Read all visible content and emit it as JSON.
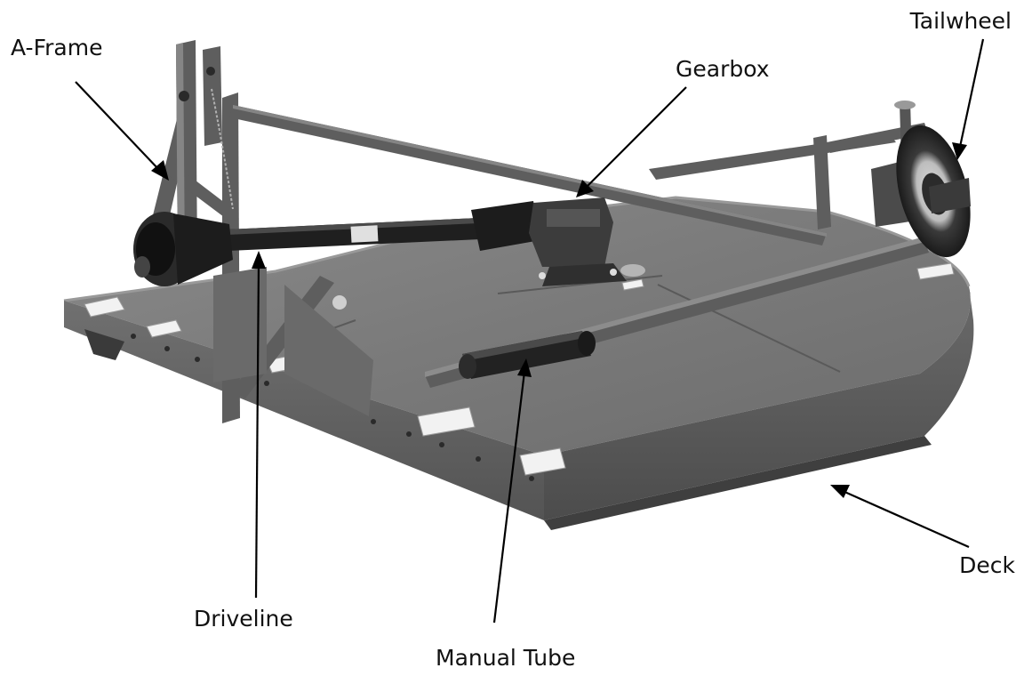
{
  "labels": {
    "a_frame": "A-Frame",
    "gearbox": "Gearbox",
    "tailwheel": "Tailwheel",
    "driveline": "Driveline",
    "manual_tube": "Manual Tube",
    "deck": "Deck"
  },
  "colors": {
    "paint_dark": "#565656",
    "paint_mid": "#6b6b6b",
    "paint_light": "#858585",
    "deck_top": "#7a7a7a",
    "rubber": "#1f1f1f",
    "decal": "#f2f2f2",
    "ink": "#000000"
  }
}
